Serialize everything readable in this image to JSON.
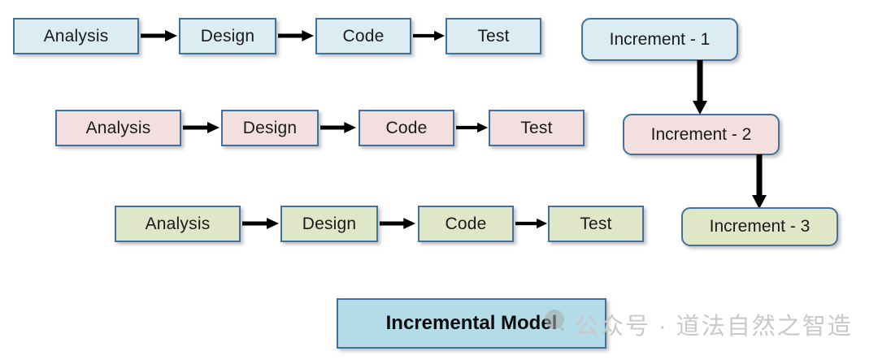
{
  "diagram": {
    "title": "Incremental Model",
    "phase_rows": [
      {
        "id": "increment-1-row",
        "color_name": "light-blue",
        "color": "#dcecf3",
        "phases": [
          "Analysis",
          "Design",
          "Code",
          "Test"
        ]
      },
      {
        "id": "increment-2-row",
        "color_name": "light-pink",
        "color": "#f3dfdf",
        "phases": [
          "Analysis",
          "Design",
          "Code",
          "Test"
        ]
      },
      {
        "id": "increment-3-row",
        "color_name": "light-green",
        "color": "#dfe7c8",
        "phases": [
          "Analysis",
          "Design",
          "Code",
          "Test"
        ]
      }
    ],
    "increments": [
      {
        "label": "Increment - 1",
        "color_name": "light-blue",
        "color": "#dcecf3"
      },
      {
        "label": "Increment - 2",
        "color_name": "light-pink",
        "color": "#f3dfdf"
      },
      {
        "label": "Increment - 3",
        "color_name": "light-green",
        "color": "#dfe7c8"
      }
    ],
    "colors": {
      "border": "#41719c",
      "arrow": "#000000",
      "title_fill": "#b3dce8",
      "watermark": "#c9c9c9"
    }
  },
  "watermark": {
    "text": "公众号 · 道法自然之智造",
    "icon": "search-q-icon"
  }
}
